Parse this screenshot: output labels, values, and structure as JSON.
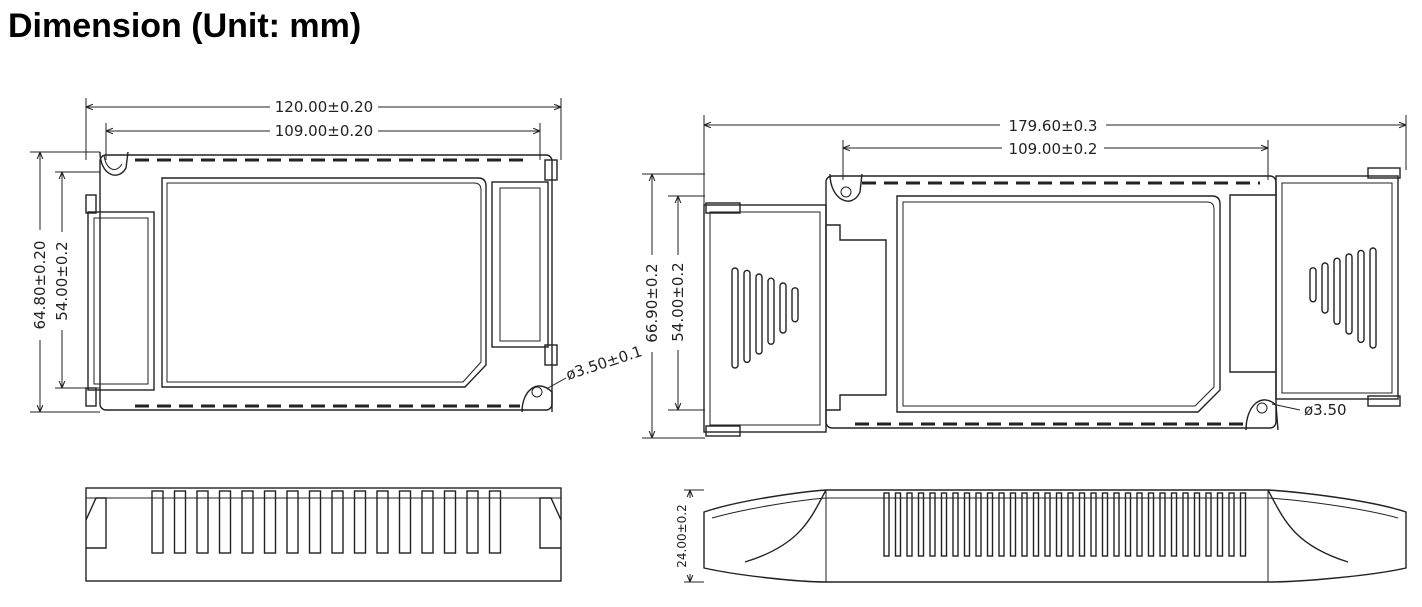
{
  "title": "Dimension (Unit: mm)",
  "small_unit": {
    "top_view": {
      "overall_length": "120.00±0.20",
      "mount_spacing": "109.00±0.20",
      "overall_width": "64.80±0.20",
      "mount_width": "54.00±0.2",
      "hole_diameter": "ø3.50±0.1"
    }
  },
  "large_unit": {
    "top_view": {
      "overall_length": "179.60±0.3",
      "mount_spacing": "109.00±0.2",
      "overall_width": "66.90±0.2",
      "mount_width": "54.00±0.2",
      "hole_diameter": "ø3.50"
    },
    "side_view": {
      "height": "24.00±0.2"
    }
  }
}
